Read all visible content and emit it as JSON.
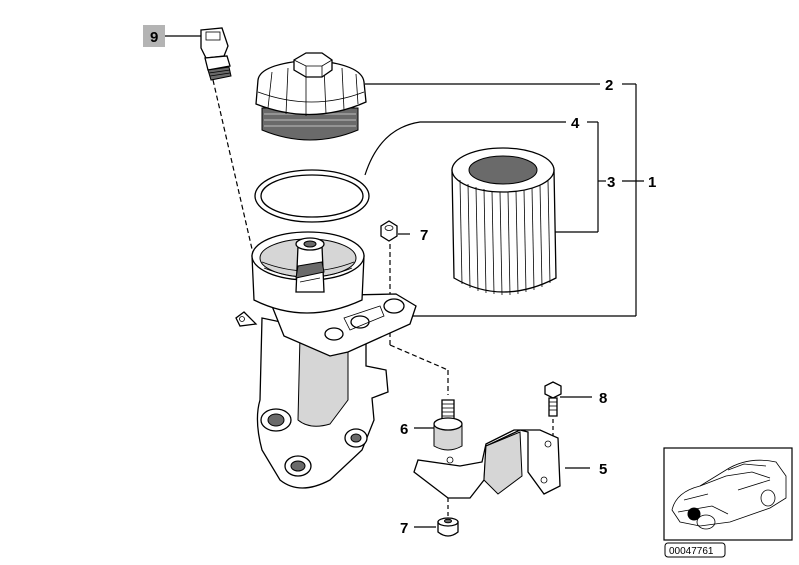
{
  "callouts": {
    "c1": "1",
    "c2": "2",
    "c3": "3",
    "c4": "4",
    "c5": "5",
    "c6": "6",
    "c7a": "7",
    "c7b": "7",
    "c8": "8",
    "c9": "9"
  },
  "inset": {
    "reference_code": "00047761"
  },
  "colors": {
    "line": "#000000",
    "highlight_box": "#b4b4b4",
    "part_shade": "#d6d6d6",
    "dark_shade": "#6a6a6a"
  }
}
